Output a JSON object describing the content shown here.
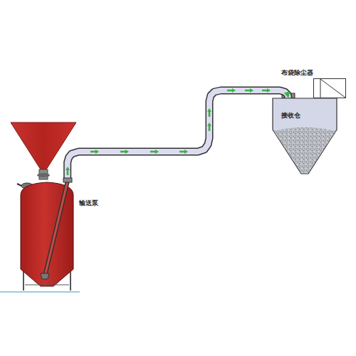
{
  "diagram": {
    "nodes": [
      {
        "text": [
          "输送泵"
        ]
      },
      {
        "text": [
          "接收仓"
        ]
      },
      {
        "text": [
          "布袋除尘器"
        ]
      }
    ],
    "edges": [
      {
        "from": 0,
        "to": 1,
        "arrow": "to"
      }
    ]
  }
}
